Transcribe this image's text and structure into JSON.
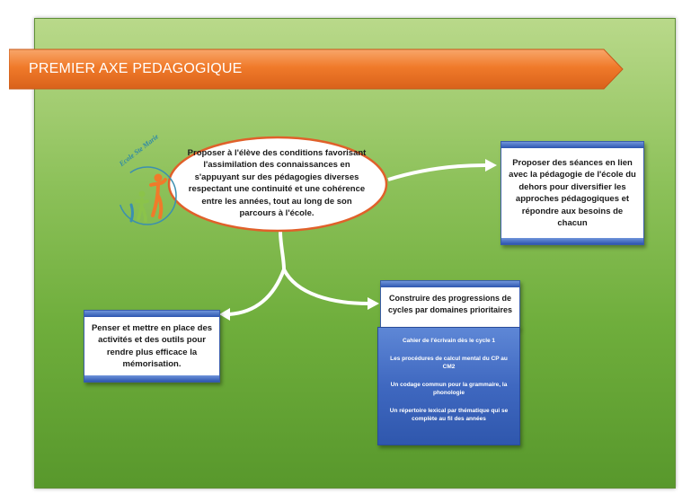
{
  "banner": {
    "title": "PREMIER AXE PEDAGOGIQUE"
  },
  "logo": {
    "text": "Ecole Ste Marie"
  },
  "center_node": {
    "text": "Proposer à l'élève des conditions favorisant l'assimilation des connaissances en s'appuyant sur des pédagogies diverses respectant une continuité et une cohérence entre les années, tout au long de son parcours à l'école."
  },
  "right_node": {
    "text": "Proposer des séances en lien avec la pédagogie de l'école du dehors pour diversifier les approches pédagogiques et répondre aux besoins de chacun"
  },
  "left_node": {
    "text": "Penser et mettre en place des activités et des outils pour rendre plus efficace la mémorisation."
  },
  "middle_node": {
    "text": "Construire des progressions de cycles par domaines prioritaires",
    "items": [
      "Cahier de l'écrivain dès le cycle 1",
      "Les procédures de calcul mental du CP au CM2",
      "Un codage commun pour la grammaire, la phonologie",
      "Un répertoire lexical par thématique qui se complète au fil des années"
    ]
  },
  "colors": {
    "banner_orange": "#f07a2a",
    "card_blue": "#2d56b0",
    "panel_green": "#6fae3c"
  }
}
